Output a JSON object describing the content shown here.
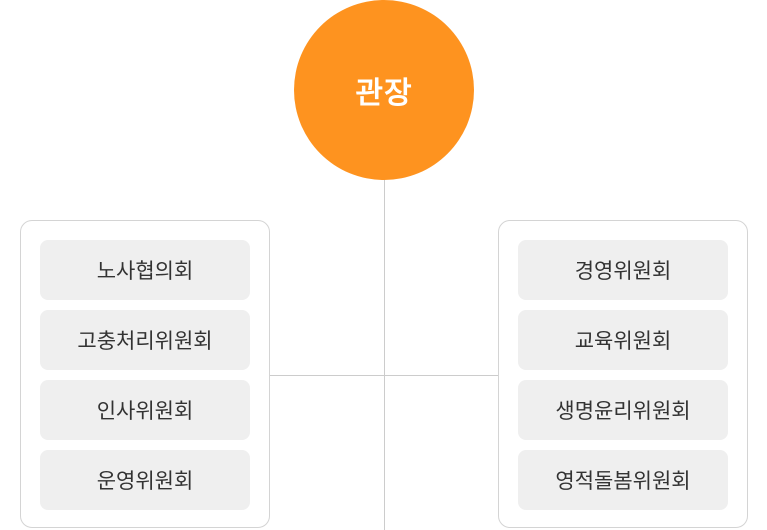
{
  "head": {
    "label": "관장",
    "color": "#fe931f"
  },
  "left_group": {
    "items": [
      {
        "label": "노사협의회"
      },
      {
        "label": "고충처리위원회"
      },
      {
        "label": "인사위원회"
      },
      {
        "label": "운영위원회"
      }
    ]
  },
  "right_group": {
    "items": [
      {
        "label": "경영위원회"
      },
      {
        "label": "교육위원회"
      },
      {
        "label": "생명윤리위원회"
      },
      {
        "label": "영적돌봄위원회"
      }
    ]
  }
}
